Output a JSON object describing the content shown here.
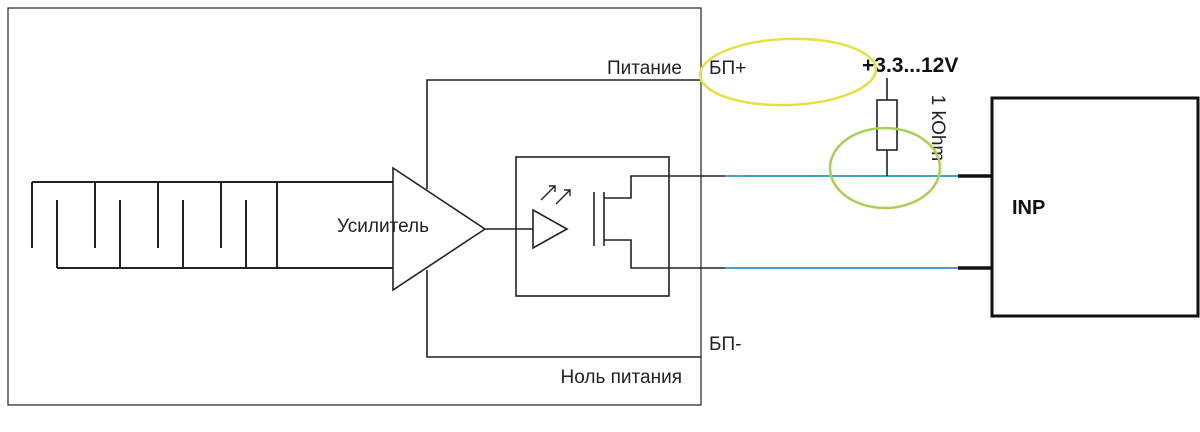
{
  "labels": {
    "power": "Питание",
    "psu_plus": "БП+",
    "supply_voltage": "+3.3...12V",
    "resistor_value": "1 kOhm",
    "amplifier": "Усилитель",
    "input": "INP",
    "psu_minus": "БП-",
    "power_zero": "Ноль питания"
  },
  "colors": {
    "wire": "#222222",
    "signal_wire": "#4a9fd0",
    "highlight_yellow": "#e8e040",
    "highlight_green": "#a8d050"
  }
}
